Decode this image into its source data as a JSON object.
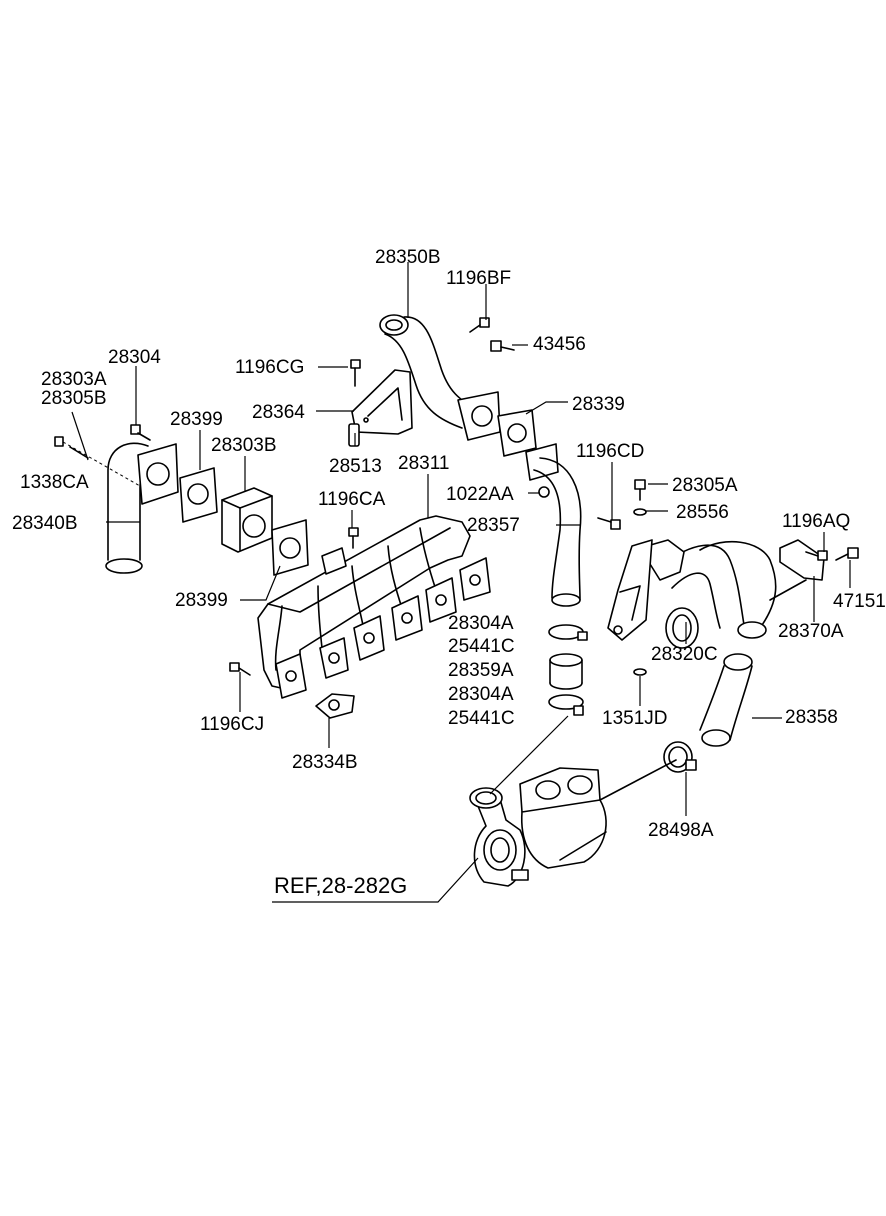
{
  "diagram": {
    "labels": {
      "p28350B": "28350B",
      "p1196BF": "1196BF",
      "p43456": "43456",
      "p1196CG": "1196CG",
      "p28364": "28364",
      "p28304": "28304",
      "p28303A": "28303A",
      "p28305B": "28305B",
      "p28399a": "28399",
      "p28303B": "28303B",
      "p28339": "28339",
      "p28513": "28513",
      "p28311": "28311",
      "p1196CD": "1196CD",
      "p1338CA": "1338CA",
      "p1022AA": "1022AA",
      "p28305A": "28305A",
      "p1196CA": "1196CA",
      "p28556": "28556",
      "p28340B": "28340B",
      "p28357": "28357",
      "p1196AQ": "1196AQ",
      "p47151": "47151",
      "p28399b": "28399",
      "p28304A_1": "28304A",
      "p25441C_1": "25441C",
      "p28370A": "28370A",
      "p28359A": "28359A",
      "p28320C": "28320C",
      "p28304A_2": "28304A",
      "p1196CJ": "1196CJ",
      "p25441C_2": "25441C",
      "p1351JD": "1351JD",
      "p28358": "28358",
      "p28334B": "28334B",
      "p28498A": "28498A",
      "ref": "REF,28-282G"
    }
  }
}
